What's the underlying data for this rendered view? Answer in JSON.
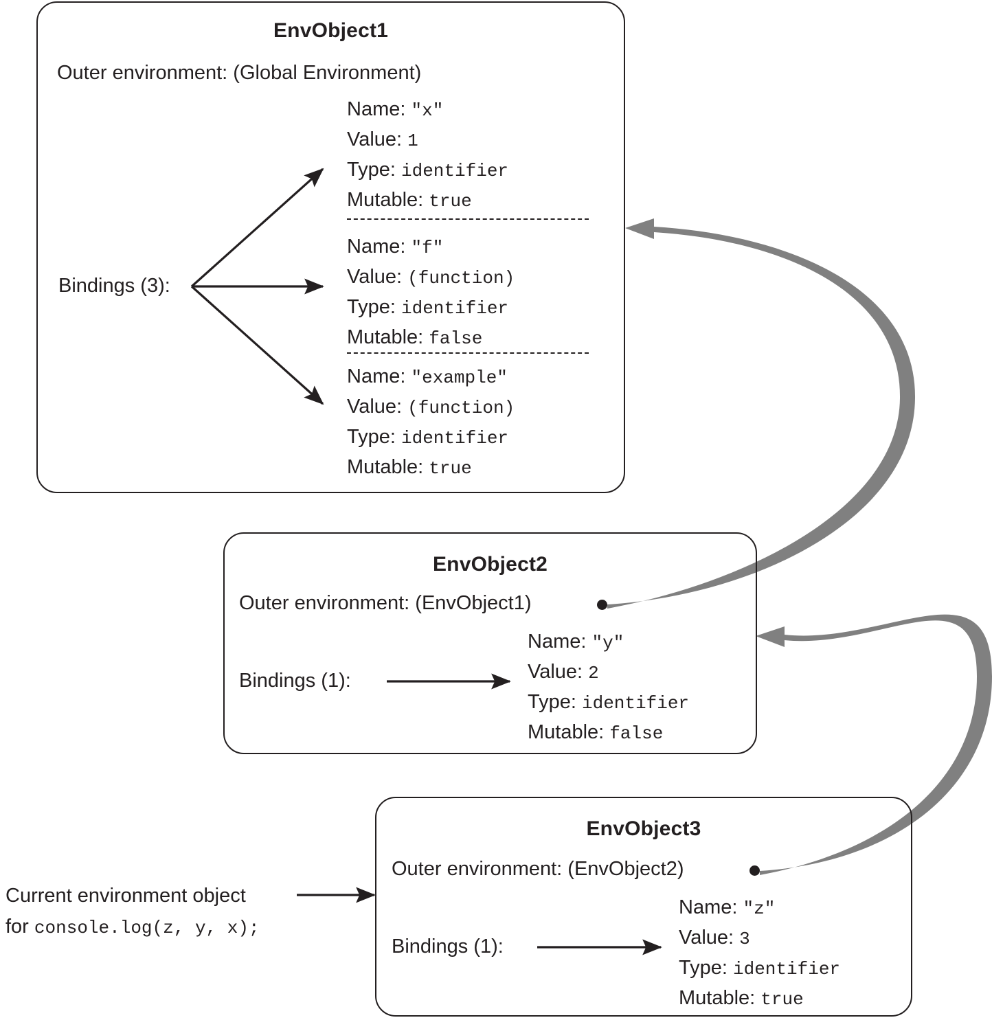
{
  "diagram": {
    "title": "JavaScript scope chain / environment objects diagram",
    "accent_gray": "#808080",
    "ink": "#231f20"
  },
  "boxes": [
    {
      "id": "envobject1",
      "title": "EnvObject1",
      "outer_label": "Outer environment:",
      "outer_value": "(Global Environment)",
      "bindings_label": "Bindings (3):",
      "bindings": [
        {
          "name_label": "Name:",
          "name_value": "\"x\"",
          "value_label": "Value:",
          "value_value": "1",
          "type_label": "Type:",
          "type_value": "identifier",
          "mutable_label": "Mutable:",
          "mutable_value": "true"
        },
        {
          "name_label": "Name:",
          "name_value": "\"f\"",
          "value_label": "Value:",
          "value_value": "(function)",
          "type_label": "Type:",
          "type_value": "identifier",
          "mutable_label": "Mutable:",
          "mutable_value": "false"
        },
        {
          "name_label": "Name:",
          "name_value": "\"example\"",
          "value_label": "Value:",
          "value_value": "(function)",
          "type_label": "Type:",
          "type_value": "identifier",
          "mutable_label": "Mutable:",
          "mutable_value": "true"
        }
      ]
    },
    {
      "id": "envobject2",
      "title": "EnvObject2",
      "outer_label": "Outer environment:",
      "outer_value": "(EnvObject1)",
      "bindings_label": "Bindings (1):",
      "bindings": [
        {
          "name_label": "Name:",
          "name_value": "\"y\"",
          "value_label": "Value:",
          "value_value": "2",
          "type_label": "Type:",
          "type_value": "identifier",
          "mutable_label": "Mutable:",
          "mutable_value": "false"
        }
      ]
    },
    {
      "id": "envobject3",
      "title": "EnvObject3",
      "outer_label": "Outer environment:",
      "outer_value": "(EnvObject2)",
      "bindings_label": "Bindings (1):",
      "bindings": [
        {
          "name_label": "Name:",
          "name_value": "\"z\"",
          "value_label": "Value:",
          "value_value": "3",
          "type_label": "Type:",
          "type_value": "identifier",
          "mutable_label": "Mutable:",
          "mutable_value": "true"
        }
      ]
    }
  ],
  "caption": {
    "line1": "Current environment object",
    "line2_prefix": "for ",
    "line2_code": "console.log(z, y, x);"
  }
}
